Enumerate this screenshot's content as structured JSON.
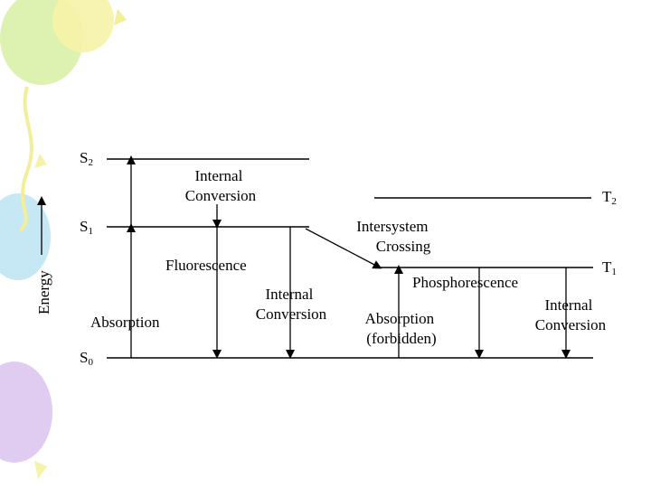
{
  "colors": {
    "background": "#ffffff",
    "ink": "#000000",
    "balloon_yellow": "#f6f3a8",
    "balloon_green": "#d9efa8",
    "balloon_blue": "#bfe6f3",
    "balloon_purple": "#ddc6f0",
    "streamer": "#f1ef9a"
  },
  "diagram": {
    "levels": {
      "s2": {
        "letter": "S",
        "sub": "2"
      },
      "s1": {
        "letter": "S",
        "sub": "1"
      },
      "s0": {
        "letter": "S",
        "sub": "0"
      },
      "t2": {
        "letter": "T",
        "sub": "2"
      },
      "t1": {
        "letter": "T",
        "sub": "1"
      }
    },
    "energy_axis_label": "Energy",
    "labels": {
      "internal_conversion_top": [
        "Internal",
        "Conversion"
      ],
      "intersystem_crossing": [
        "Intersystem",
        "Crossing"
      ],
      "fluorescence": "Fluorescence",
      "internal_conversion_mid": [
        "Internal",
        "Conversion"
      ],
      "absorption": "Absorption",
      "absorption_forbidden": [
        "Absorption",
        "(forbidden)"
      ],
      "phosphorescence": "Phosphorescence",
      "internal_conversion_right": [
        "Internal",
        "Conversion"
      ]
    }
  }
}
